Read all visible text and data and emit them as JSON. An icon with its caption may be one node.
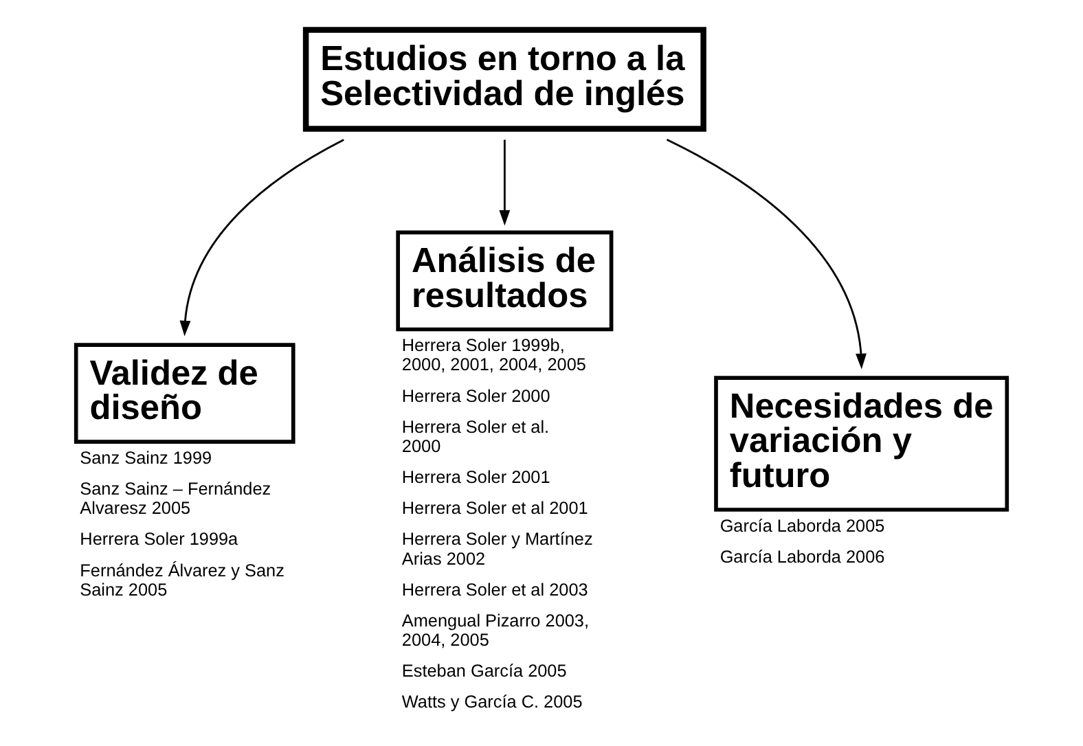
{
  "diagram": {
    "nodes": [
      {
        "text": [
          "Estudios en torno a la Selectividad de inglés"
        ]
      },
      {
        "text": [
          "Validez de diseño"
        ],
        "beside": [
          "Sanz Sainz 1999",
          "Sanz Sainz – Fernández Alvaresz 2005",
          "Herrera Soler 1999a",
          "Fernández Álvarez y Sanz Sainz 2005"
        ]
      },
      {
        "text": [
          "Análisis de resultados"
        ],
        "beside": [
          "Herrera Soler 1999b, 2000, 2001, 2004, 2005",
          "Herrera Soler 2000",
          "Herrera Soler et al. 2000",
          "Herrera Soler 2001",
          "Herrera Soler et al 2001",
          "Herrera Soler y Martínez Arias 2002",
          "Herrera Soler et al 2003",
          "Amengual Pizarro 2003, 2004, 2005",
          "Esteban García 2005",
          "Watts y García C. 2005"
        ]
      },
      {
        "text": [
          "Necesidades de variación y futuro"
        ],
        "beside": [
          "García Laborda 2005",
          "García Laborda 2006"
        ]
      }
    ],
    "edges": [
      {
        "from": 0,
        "to": 1,
        "arrow": "to"
      },
      {
        "from": 0,
        "to": 2,
        "arrow": "to"
      },
      {
        "from": 0,
        "to": 3,
        "arrow": "to"
      }
    ]
  }
}
